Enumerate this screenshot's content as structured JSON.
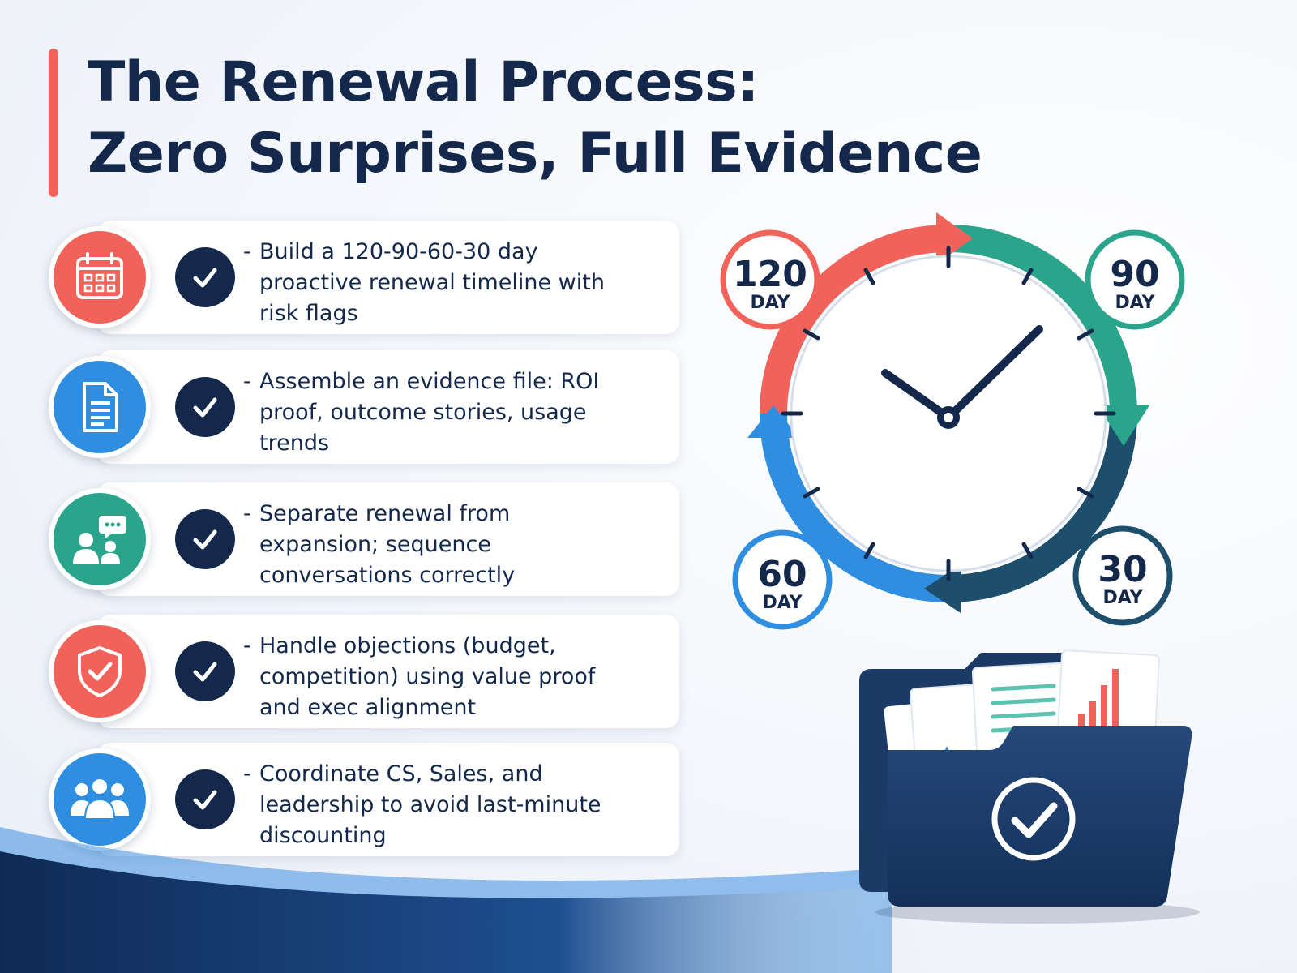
{
  "title": {
    "line1": "The Renewal Process:",
    "line2": "Zero Surprises, Full Evidence"
  },
  "steps": [
    {
      "icon": "calendar-icon",
      "color": "#f0625a",
      "lead": "-",
      "text": "Build a 120-90-60-30 day proactive renewal timeline with risk flags"
    },
    {
      "icon": "document-icon",
      "color": "#2f8ee0",
      "lead": "-",
      "text": "Assemble an evidence file: ROI proof, outcome stories, usage trends"
    },
    {
      "icon": "chat-people-icon",
      "color": "#2aa58c",
      "lead": "-",
      "text": "Separate renewal from expansion; sequence conversations correctly"
    },
    {
      "icon": "shield-check-icon",
      "color": "#f0625a",
      "lead": "-",
      "text": "Handle objections (budget, competition) using value proof and exec alignment"
    },
    {
      "icon": "team-icon",
      "color": "#2f8ee0",
      "lead": "-",
      "text": "Coordinate CS, Sales, and leadership to avoid last-minute discounting"
    }
  ],
  "timeline": {
    "stages": [
      {
        "number": "120",
        "unit": "DAY",
        "color": "#f0625a"
      },
      {
        "number": "90",
        "unit": "DAY",
        "color": "#2aa58c"
      },
      {
        "number": "30",
        "unit": "DAY",
        "color": "#1d4e6b"
      },
      {
        "number": "60",
        "unit": "DAY",
        "color": "#2f8ee0"
      }
    ],
    "clock_icon": "clock-icon",
    "folder_icon": "evidence-folder-icon"
  },
  "colors": {
    "navy": "#13284b",
    "coral": "#f0625a",
    "teal": "#2aa58c",
    "blue": "#2f8ee0",
    "dark_teal": "#1d4e6b"
  }
}
